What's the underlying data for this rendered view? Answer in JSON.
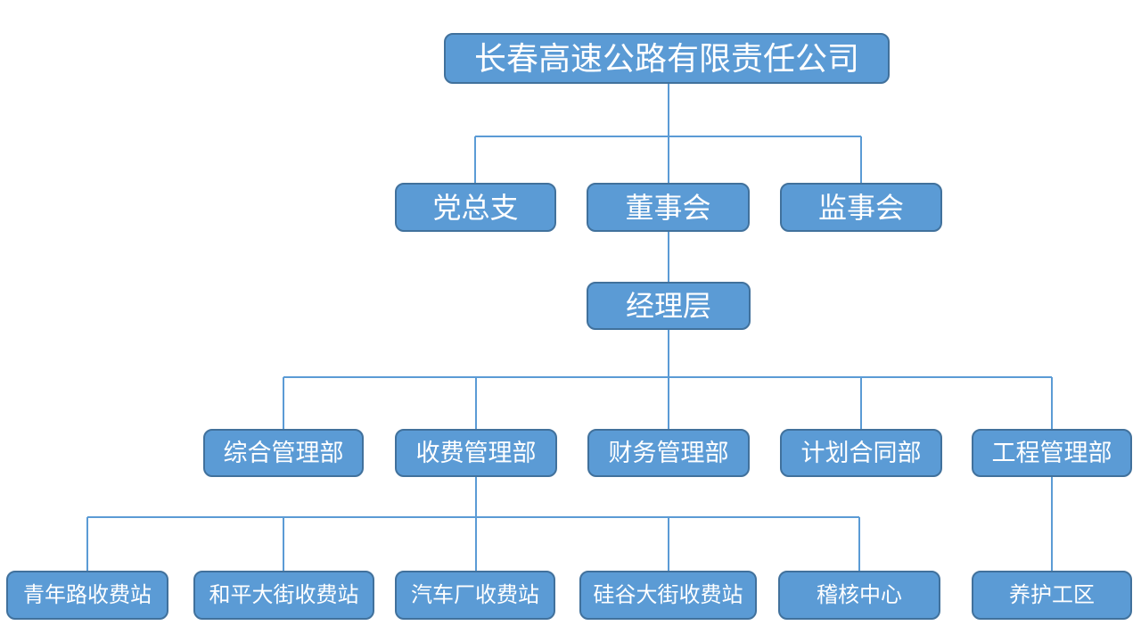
{
  "page": {
    "background": "#ffffff"
  },
  "org_chart": {
    "type": "org-chart",
    "title": "长春高速公路有限责任公司",
    "node_fill": "#5B9BD5",
    "node_border": "#41719C",
    "connector_color": "#5B9BD5",
    "text_color": "#ffffff",
    "nodes": {
      "company": "长春高速公路有限责任公司",
      "party_branch": "党总支",
      "board_of_directors": "董事会",
      "supervisory_board": "监事会",
      "management_level": "经理层",
      "general_management_dept": "综合管理部",
      "toll_management_dept": "收费管理部",
      "finance_management_dept": "财务管理部",
      "planning_contract_dept": "计划合同部",
      "engineering_management_dept": "工程管理部",
      "qingnian_road_toll_station": "青年路收费站",
      "heping_street_toll_station": "和平大街收费站",
      "automobile_plant_toll_station": "汽车厂收费站",
      "guigu_street_toll_station": "硅谷大街收费站",
      "audit_center": "稽核中心",
      "maintenance_work_area": "养护工区"
    },
    "hierarchy": [
      {
        "parent": "长春高速公路有限责任公司",
        "children": [
          "党总支",
          "董事会",
          "监事会"
        ]
      },
      {
        "parent": "董事会",
        "children": [
          "经理层"
        ]
      },
      {
        "parent": "经理层",
        "children": [
          "综合管理部",
          "收费管理部",
          "财务管理部",
          "计划合同部",
          "工程管理部"
        ]
      },
      {
        "parent": "收费管理部",
        "children": [
          "青年路收费站",
          "和平大街收费站",
          "汽车厂收费站",
          "硅谷大街收费站",
          "稽核中心"
        ]
      },
      {
        "parent": "工程管理部",
        "children": [
          "养护工区"
        ]
      }
    ]
  }
}
